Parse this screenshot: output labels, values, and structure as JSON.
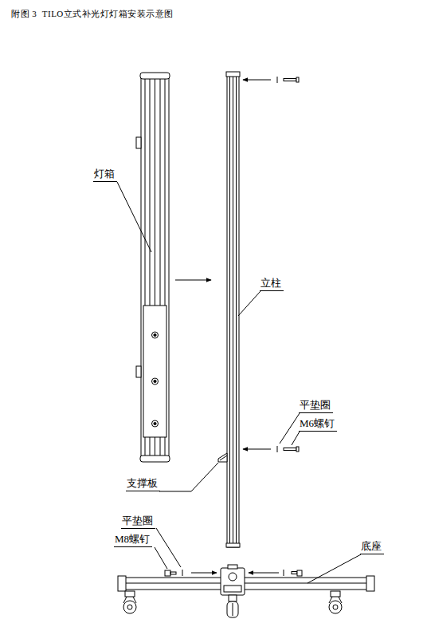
{
  "diagram": {
    "title": "附图 3  TILO立式补光灯灯箱安装示意图",
    "labels": [
      "灯箱",
      "立柱",
      "平垫圈",
      "M6螺钉",
      "支撑板",
      "平垫圈",
      "M8螺钉",
      "底座"
    ]
  }
}
